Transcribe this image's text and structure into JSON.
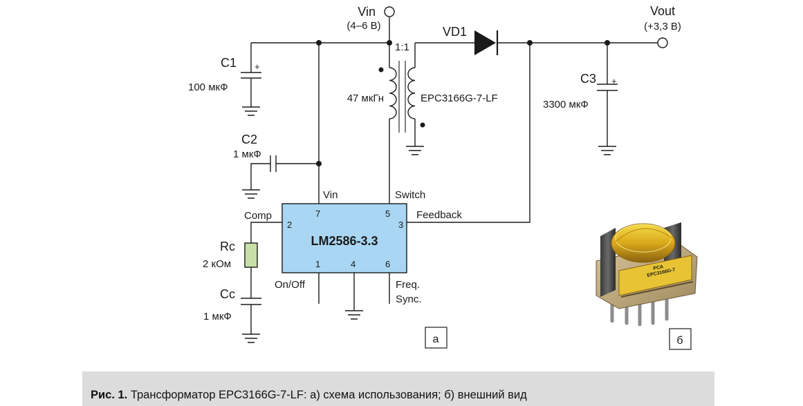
{
  "schematic": {
    "vin_terminal": "Vin",
    "vin_range": "(4–6 В)",
    "vout_terminal": "Vout",
    "vout_value": "(+3,3 В)",
    "diode": "VD1",
    "transformer_ratio": "1:1",
    "inductance": "47 мкГн",
    "transformer_part": "EPC3166G-7-LF",
    "c1_name": "C1",
    "c1_value": "100 мкФ",
    "c1_polarity": "+",
    "c2_name": "C2",
    "c2_value": "1 мкФ",
    "c3_name": "C3",
    "c3_value": "3300 мкФ",
    "c3_polarity": "+",
    "rc_name": "Rc",
    "rc_value": "2 кОм",
    "cc_name": "Cc",
    "cc_value": "1 мкФ",
    "ic_name": "LM2586-3.3",
    "pin_vin": "Vin",
    "pin_switch": "Switch",
    "pin_comp": "Comp",
    "pin_feedback": "Feedback",
    "pin_onoff": "On/Off",
    "pin_freq": "Freq.",
    "pin_sync": "Sync.",
    "pin7": "7",
    "pin5": "5",
    "pin2": "2",
    "pin3": "3",
    "pin1": "1",
    "pin4": "4",
    "pin6": "6",
    "panel_a": "а",
    "panel_b": "б"
  },
  "photo": {
    "component_marking_1": "PCA",
    "component_marking_2": "EPC3166G-7"
  },
  "caption": {
    "label": "Рис. 1.",
    "text": " Трансформатор EPC3166G-7-LF: а) схема использования; б) внешний вид"
  },
  "colors": {
    "ic_fill": "#a9d6f2",
    "resistor_fill": "#c7e0a8",
    "caption_bg": "#dcdcdc"
  }
}
